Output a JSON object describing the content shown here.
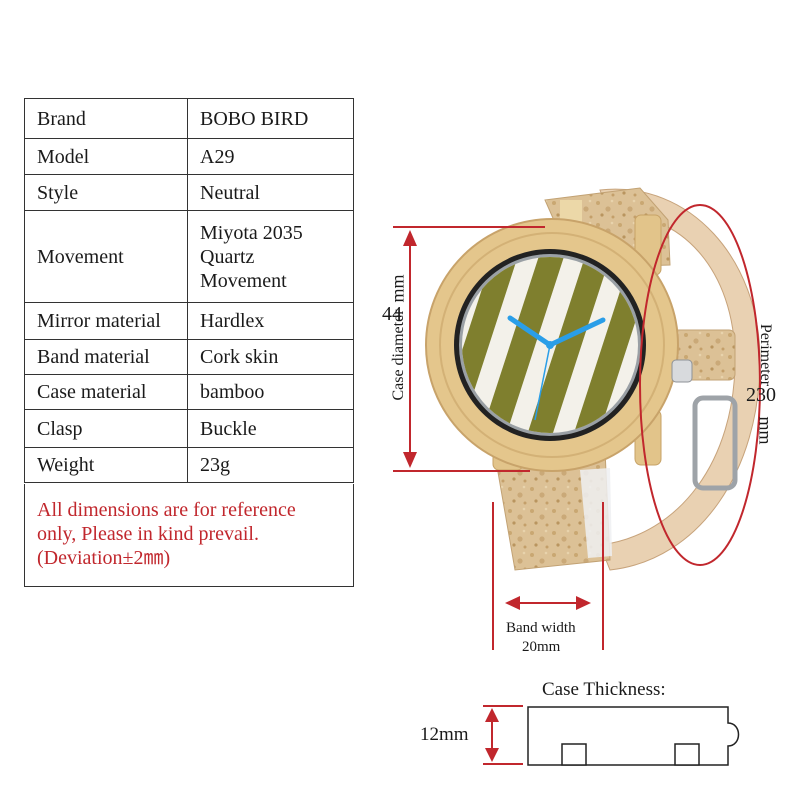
{
  "specs": [
    {
      "label": "Brand",
      "value": "BOBO BIRD"
    },
    {
      "label": "Model",
      "value": "A29"
    },
    {
      "label": "Style",
      "value": "Neutral"
    },
    {
      "label": "Movement",
      "value_lines": [
        "Miyota 2035",
        "Quartz",
        "Movement"
      ]
    },
    {
      "label": "Mirror material",
      "value": "Hardlex"
    },
    {
      "label": "Band material",
      "value": "Cork skin"
    },
    {
      "label": "Case material",
      "value": "bamboo"
    },
    {
      "label": "Clasp",
      "value": "Buckle"
    },
    {
      "label": "Weight",
      "value": "23g"
    }
  ],
  "note": {
    "lines": [
      "All dimensions are for reference",
      "only, Please in kind prevail.",
      "(Deviation±2㎜)"
    ],
    "color": "#c1272d"
  },
  "dimensions": {
    "case_diameter": {
      "label": "Case diameter",
      "value": "44",
      "unit": "mm"
    },
    "perimeter": {
      "label": "Perimeter",
      "value": "230",
      "unit": "mm"
    },
    "band_width": {
      "label": "Band width",
      "value": "20mm"
    },
    "case_thickness": {
      "label": "Case  Thickness:",
      "value": "12mm"
    }
  },
  "colors": {
    "accent": "#c1272d",
    "bamboo": "#e2c48a",
    "cork": "#dcc196",
    "stripe_green": "#7f7f2e",
    "hands": "#2a9ee8"
  }
}
